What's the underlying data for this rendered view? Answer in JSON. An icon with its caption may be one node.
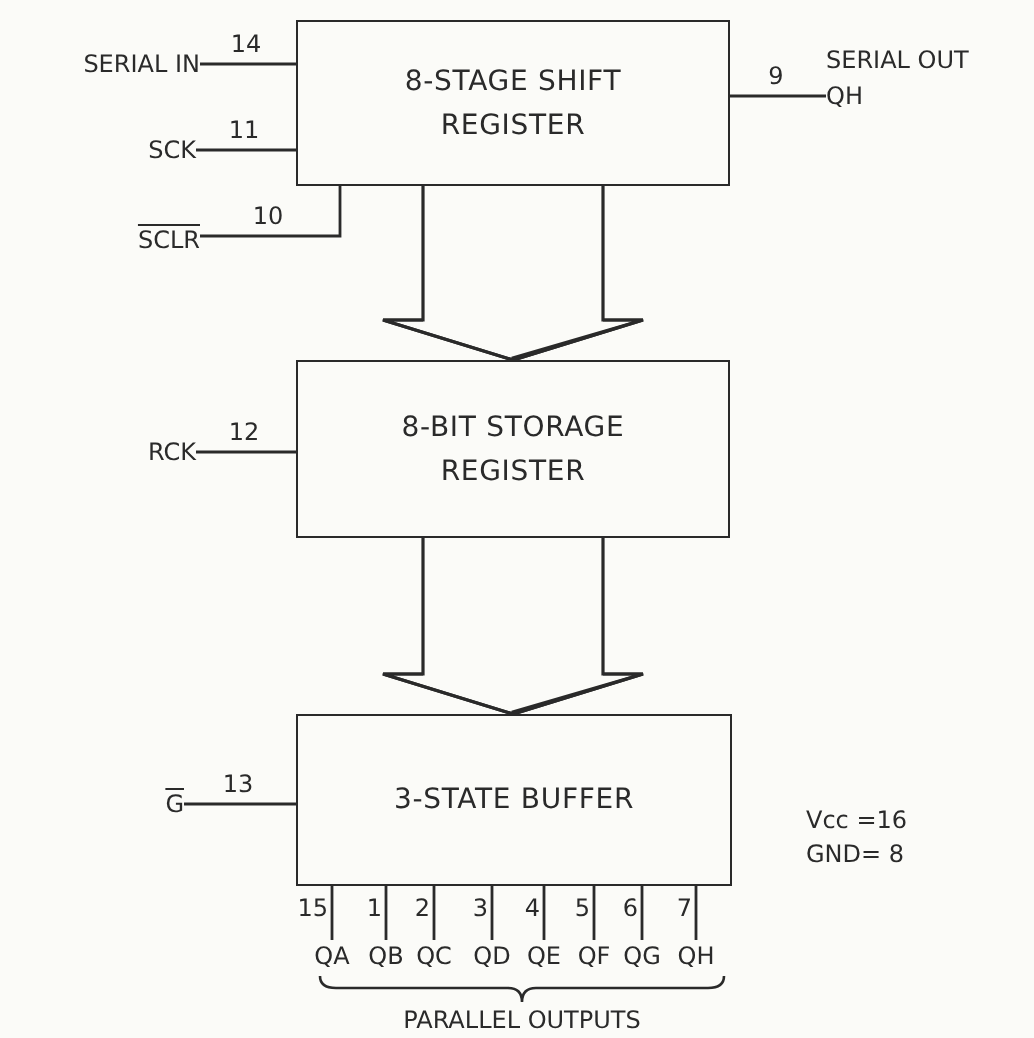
{
  "diagram": {
    "nodes": [
      {
        "text": [
          "8-STAGE SHIFT REGISTER"
        ]
      },
      {
        "text": [
          "8-BIT STORAGE REGISTER"
        ]
      },
      {
        "text": [
          "3-STATE BUFFER"
        ]
      },
      {
        "text": [
          "SERIAL IN"
        ]
      },
      {
        "text": [
          "SCK"
        ]
      },
      {
        "text": [
          "SCLR"
        ]
      },
      {
        "text": [
          "QH"
        ],
        "beside": [
          "SERIAL OUT"
        ]
      },
      {
        "text": [
          "RCK"
        ]
      },
      {
        "text": [
          "G"
        ]
      },
      {
        "text": [
          "QA"
        ]
      },
      {
        "text": [
          "QB"
        ]
      },
      {
        "text": [
          "QC"
        ]
      },
      {
        "text": [
          "QD"
        ]
      },
      {
        "text": [
          "QE"
        ]
      },
      {
        "text": [
          "QF"
        ]
      },
      {
        "text": [
          "QG"
        ]
      },
      {
        "text": [
          "QH"
        ]
      }
    ],
    "edges": [
      {
        "from": 0,
        "to": 1,
        "arrow": "to"
      },
      {
        "from": 1,
        "to": 2,
        "arrow": "to"
      },
      {
        "from": 3,
        "to": 0,
        "arrow": "none",
        "label": "14"
      },
      {
        "from": 4,
        "to": 0,
        "arrow": "none",
        "label": "11"
      },
      {
        "from": 5,
        "to": 0,
        "arrow": "none",
        "label": "10"
      },
      {
        "from": 0,
        "to": 6,
        "arrow": "none",
        "label": "9"
      },
      {
        "from": 7,
        "to": 1,
        "arrow": "none",
        "label": "12"
      },
      {
        "from": 8,
        "to": 2,
        "arrow": "none",
        "label": "13"
      },
      {
        "from": 2,
        "to": 9,
        "arrow": "none",
        "label": "15"
      },
      {
        "from": 2,
        "to": 10,
        "arrow": "none",
        "label": "1"
      },
      {
        "from": 2,
        "to": 11,
        "arrow": "none",
        "label": "2"
      },
      {
        "from": 2,
        "to": 12,
        "arrow": "none",
        "label": "3"
      },
      {
        "from": 2,
        "to": 13,
        "arrow": "none",
        "label": "4"
      },
      {
        "from": 2,
        "to": 14,
        "arrow": "none",
        "label": "5"
      },
      {
        "from": 2,
        "to": 15,
        "arrow": "none",
        "label": "6"
      },
      {
        "from": 2,
        "to": 16,
        "arrow": "none",
        "label": "7"
      }
    ],
    "labels": [
      "Vcc =16",
      "GND= 8",
      "PARALLEL OUTPUTS"
    ]
  }
}
